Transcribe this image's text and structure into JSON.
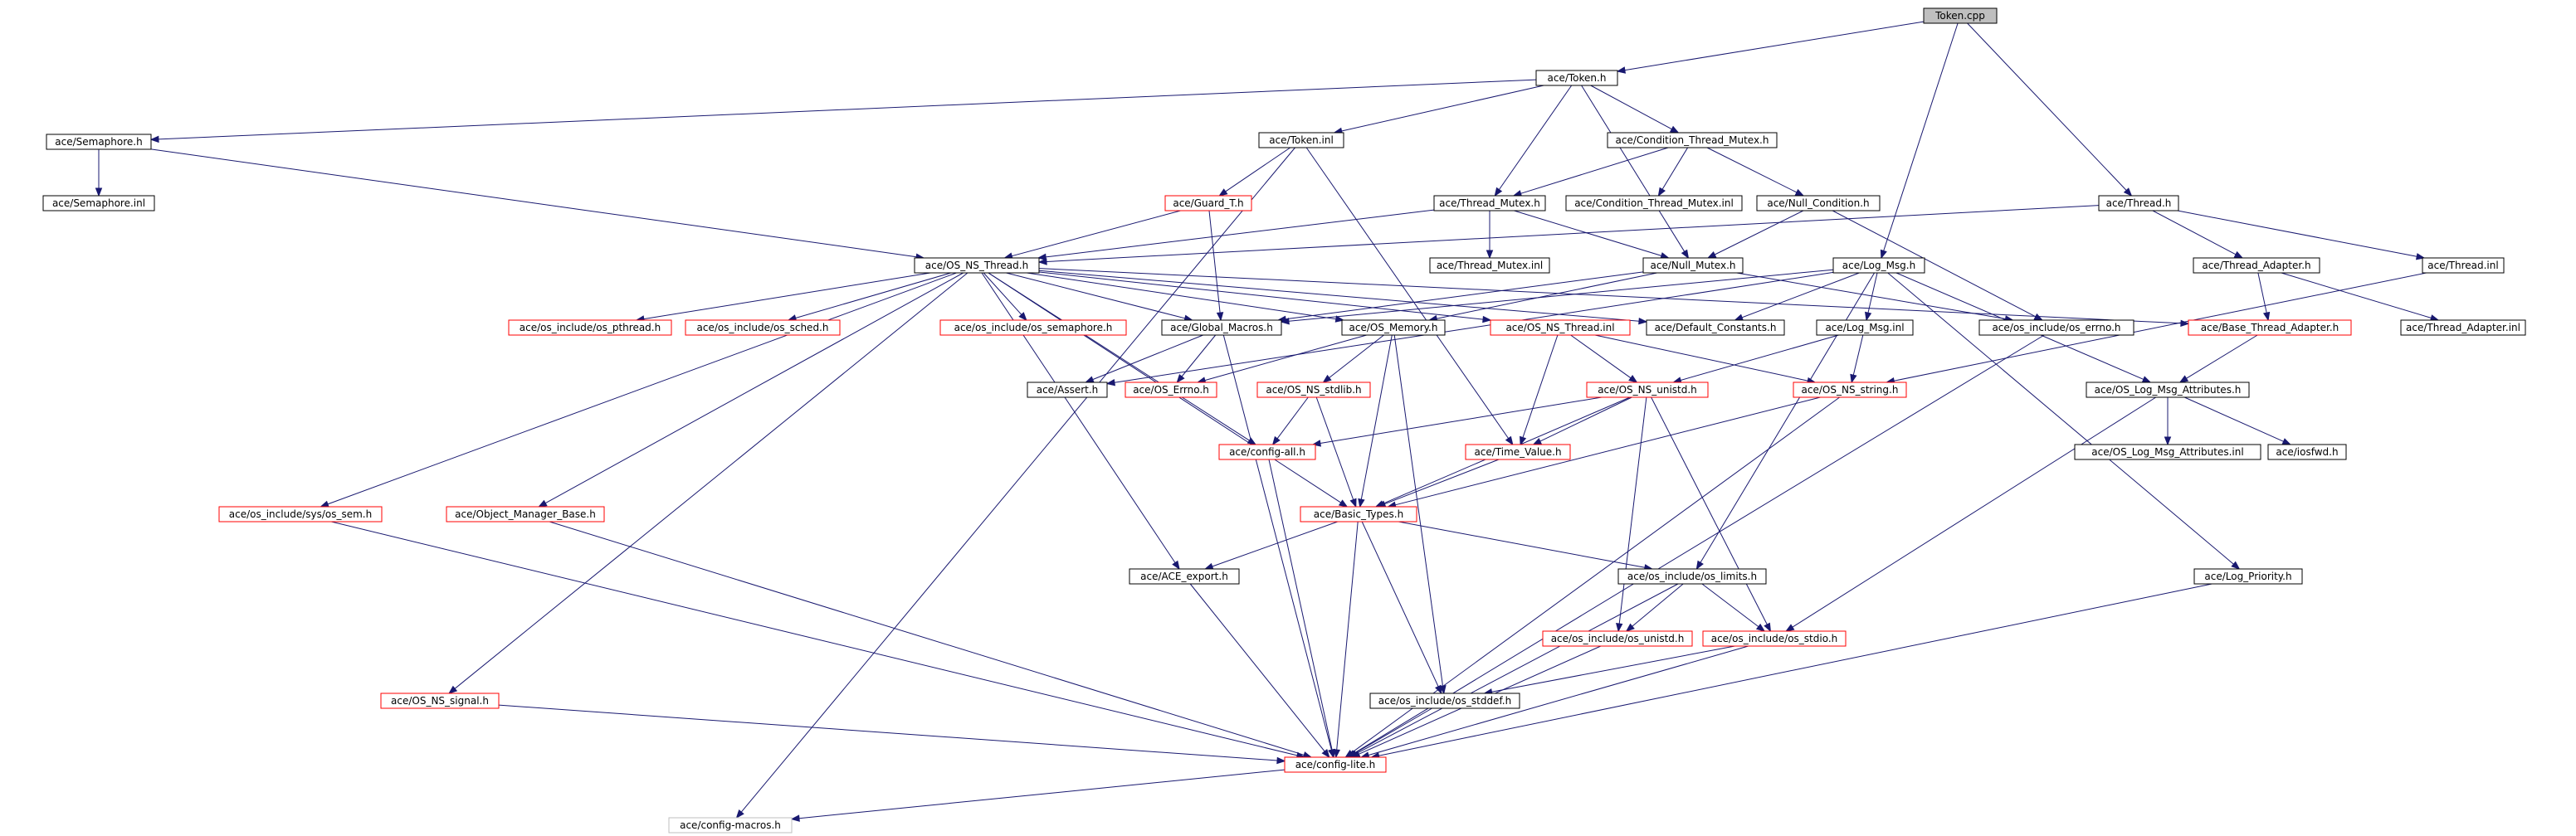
{
  "diagram": {
    "colors": {
      "background": "#ffffff",
      "edge": "#191970",
      "root_fill": "#bfbfbf",
      "normal_border": "#000000",
      "undocumented_border": "#ff0000",
      "external_border": "#bfbfbf"
    },
    "nodes": [
      {
        "id": "token_cpp",
        "label": "Token.cpp",
        "kind": "root"
      },
      {
        "id": "token_h",
        "label": "ace/Token.h",
        "kind": "normal"
      },
      {
        "id": "semaphore_h",
        "label": "ace/Semaphore.h",
        "kind": "normal"
      },
      {
        "id": "semaphore_inl",
        "label": "ace/Semaphore.inl",
        "kind": "normal"
      },
      {
        "id": "token_inl",
        "label": "ace/Token.inl",
        "kind": "normal"
      },
      {
        "id": "cond_thread_mutex_h",
        "label": "ace/Condition_Thread_Mutex.h",
        "kind": "normal"
      },
      {
        "id": "thread_h",
        "label": "ace/Thread.h",
        "kind": "normal"
      },
      {
        "id": "guard_t_h",
        "label": "ace/Guard_T.h",
        "kind": "undocumented"
      },
      {
        "id": "thread_mutex_h",
        "label": "ace/Thread_Mutex.h",
        "kind": "normal"
      },
      {
        "id": "cond_thread_mutex_inl",
        "label": "ace/Condition_Thread_Mutex.inl",
        "kind": "normal"
      },
      {
        "id": "null_condition_h",
        "label": "ace/Null_Condition.h",
        "kind": "normal"
      },
      {
        "id": "os_ns_thread_h",
        "label": "ace/OS_NS_Thread.h",
        "kind": "normal"
      },
      {
        "id": "thread_mutex_inl",
        "label": "ace/Thread_Mutex.inl",
        "kind": "normal"
      },
      {
        "id": "null_mutex_h",
        "label": "ace/Null_Mutex.h",
        "kind": "normal"
      },
      {
        "id": "log_msg_h",
        "label": "ace/Log_Msg.h",
        "kind": "normal"
      },
      {
        "id": "thread_adapter_h",
        "label": "ace/Thread_Adapter.h",
        "kind": "normal"
      },
      {
        "id": "thread_inl",
        "label": "ace/Thread.inl",
        "kind": "normal"
      },
      {
        "id": "os_pthread_h",
        "label": "ace/os_include/os_pthread.h",
        "kind": "undocumented"
      },
      {
        "id": "os_sched_h",
        "label": "ace/os_include/os_sched.h",
        "kind": "undocumented"
      },
      {
        "id": "os_semaphore_h",
        "label": "ace/os_include/os_semaphore.h",
        "kind": "undocumented"
      },
      {
        "id": "global_macros_h",
        "label": "ace/Global_Macros.h",
        "kind": "normal"
      },
      {
        "id": "os_memory_h",
        "label": "ace/OS_Memory.h",
        "kind": "normal"
      },
      {
        "id": "os_ns_thread_inl",
        "label": "ace/OS_NS_Thread.inl",
        "kind": "undocumented"
      },
      {
        "id": "default_constants_h",
        "label": "ace/Default_Constants.h",
        "kind": "normal"
      },
      {
        "id": "log_msg_inl",
        "label": "ace/Log_Msg.inl",
        "kind": "normal"
      },
      {
        "id": "os_errno_h",
        "label": "ace/os_include/os_errno.h",
        "kind": "normal"
      },
      {
        "id": "base_thread_adapter_h",
        "label": "ace/Base_Thread_Adapter.h",
        "kind": "undocumented"
      },
      {
        "id": "thread_adapter_inl",
        "label": "ace/Thread_Adapter.inl",
        "kind": "normal"
      },
      {
        "id": "assert_h",
        "label": "ace/Assert.h",
        "kind": "normal"
      },
      {
        "id": "os_errno_ace_h",
        "label": "ace/OS_Errno.h",
        "kind": "undocumented"
      },
      {
        "id": "os_ns_stdlib_h",
        "label": "ace/OS_NS_stdlib.h",
        "kind": "undocumented"
      },
      {
        "id": "os_ns_unistd_h",
        "label": "ace/OS_NS_unistd.h",
        "kind": "undocumented"
      },
      {
        "id": "os_ns_string_h",
        "label": "ace/OS_NS_string.h",
        "kind": "undocumented"
      },
      {
        "id": "os_log_msg_attributes_h",
        "label": "ace/OS_Log_Msg_Attributes.h",
        "kind": "normal"
      },
      {
        "id": "config_all_h",
        "label": "ace/config-all.h",
        "kind": "undocumented"
      },
      {
        "id": "time_value_h",
        "label": "ace/Time_Value.h",
        "kind": "undocumented"
      },
      {
        "id": "os_log_msg_attributes_inl",
        "label": "ace/OS_Log_Msg_Attributes.inl",
        "kind": "normal"
      },
      {
        "id": "iosfwd_h",
        "label": "ace/iosfwd.h",
        "kind": "normal"
      },
      {
        "id": "os_sem_h",
        "label": "ace/os_include/sys/os_sem.h",
        "kind": "undocumented"
      },
      {
        "id": "object_manager_base_h",
        "label": "ace/Object_Manager_Base.h",
        "kind": "undocumented"
      },
      {
        "id": "basic_types_h",
        "label": "ace/Basic_Types.h",
        "kind": "undocumented"
      },
      {
        "id": "ace_export_h",
        "label": "ace/ACE_export.h",
        "kind": "normal"
      },
      {
        "id": "os_limits_h",
        "label": "ace/os_include/os_limits.h",
        "kind": "normal"
      },
      {
        "id": "log_priority_h",
        "label": "ace/Log_Priority.h",
        "kind": "normal"
      },
      {
        "id": "os_unistd_h",
        "label": "ace/os_include/os_unistd.h",
        "kind": "undocumented"
      },
      {
        "id": "os_stdio_h",
        "label": "ace/os_include/os_stdio.h",
        "kind": "undocumented"
      },
      {
        "id": "os_ns_signal_h",
        "label": "ace/OS_NS_signal.h",
        "kind": "undocumented"
      },
      {
        "id": "os_stddef_h",
        "label": "ace/os_include/os_stddef.h",
        "kind": "normal"
      },
      {
        "id": "config_lite_h",
        "label": "ace/config-lite.h",
        "kind": "undocumented"
      },
      {
        "id": "config_macros_h",
        "label": "ace/config-macros.h",
        "kind": "external"
      }
    ],
    "edges": [
      [
        "token_cpp",
        "token_h"
      ],
      [
        "token_cpp",
        "thread_h"
      ],
      [
        "token_cpp",
        "log_msg_h"
      ],
      [
        "token_h",
        "semaphore_h"
      ],
      [
        "token_h",
        "token_inl"
      ],
      [
        "token_h",
        "cond_thread_mutex_h"
      ],
      [
        "token_h",
        "thread_mutex_h"
      ],
      [
        "token_h",
        "null_mutex_h"
      ],
      [
        "semaphore_h",
        "semaphore_inl"
      ],
      [
        "semaphore_h",
        "os_ns_thread_h"
      ],
      [
        "token_inl",
        "guard_t_h"
      ],
      [
        "token_inl",
        "time_value_h"
      ],
      [
        "token_inl",
        "config_macros_h"
      ],
      [
        "guard_t_h",
        "os_ns_thread_h"
      ],
      [
        "guard_t_h",
        "global_macros_h"
      ],
      [
        "cond_thread_mutex_h",
        "thread_mutex_h"
      ],
      [
        "cond_thread_mutex_h",
        "cond_thread_mutex_inl"
      ],
      [
        "cond_thread_mutex_h",
        "null_condition_h"
      ],
      [
        "thread_mutex_h",
        "os_ns_thread_h"
      ],
      [
        "thread_mutex_h",
        "thread_mutex_inl"
      ],
      [
        "thread_mutex_h",
        "null_mutex_h"
      ],
      [
        "null_condition_h",
        "null_mutex_h"
      ],
      [
        "null_condition_h",
        "os_errno_h"
      ],
      [
        "null_mutex_h",
        "os_errno_h"
      ],
      [
        "null_mutex_h",
        "global_macros_h"
      ],
      [
        "null_mutex_h",
        "os_memory_h"
      ],
      [
        "thread_h",
        "os_ns_thread_h"
      ],
      [
        "thread_h",
        "thread_adapter_h"
      ],
      [
        "thread_h",
        "thread_inl"
      ],
      [
        "thread_adapter_h",
        "base_thread_adapter_h"
      ],
      [
        "thread_adapter_h",
        "thread_adapter_inl"
      ],
      [
        "thread_inl",
        "os_ns_string_h"
      ],
      [
        "base_thread_adapter_h",
        "os_log_msg_attributes_h"
      ],
      [
        "log_msg_h",
        "global_macros_h"
      ],
      [
        "log_msg_h",
        "default_constants_h"
      ],
      [
        "log_msg_h",
        "log_msg_inl"
      ],
      [
        "log_msg_h",
        "os_log_msg_attributes_h"
      ],
      [
        "log_msg_h",
        "os_limits_h"
      ],
      [
        "log_msg_h",
        "log_priority_h"
      ],
      [
        "log_msg_h",
        "assert_h"
      ],
      [
        "log_msg_inl",
        "os_ns_string_h"
      ],
      [
        "log_msg_inl",
        "os_ns_unistd_h"
      ],
      [
        "os_ns_thread_h",
        "os_pthread_h"
      ],
      [
        "os_ns_thread_h",
        "os_sched_h"
      ],
      [
        "os_ns_thread_h",
        "os_semaphore_h"
      ],
      [
        "os_ns_thread_h",
        "global_macros_h"
      ],
      [
        "os_ns_thread_h",
        "os_memory_h"
      ],
      [
        "os_ns_thread_h",
        "os_ns_thread_inl"
      ],
      [
        "os_ns_thread_h",
        "default_constants_h"
      ],
      [
        "os_ns_thread_h",
        "base_thread_adapter_h"
      ],
      [
        "os_ns_thread_h",
        "os_sem_h"
      ],
      [
        "os_ns_thread_h",
        "object_manager_base_h"
      ],
      [
        "os_ns_thread_h",
        "os_ns_signal_h"
      ],
      [
        "os_ns_thread_h",
        "ace_export_h"
      ],
      [
        "os_ns_thread_h",
        "basic_types_h"
      ],
      [
        "os_ns_thread_h",
        "config_all_h"
      ],
      [
        "global_macros_h",
        "assert_h"
      ],
      [
        "global_macros_h",
        "os_errno_ace_h"
      ],
      [
        "global_macros_h",
        "config_lite_h"
      ],
      [
        "os_memory_h",
        "os_errno_ace_h"
      ],
      [
        "os_memory_h",
        "os_ns_stdlib_h"
      ],
      [
        "os_memory_h",
        "basic_types_h"
      ],
      [
        "os_memory_h",
        "os_stddef_h"
      ],
      [
        "os_ns_thread_inl",
        "os_ns_unistd_h"
      ],
      [
        "os_ns_thread_inl",
        "os_ns_string_h"
      ],
      [
        "os_ns_thread_inl",
        "time_value_h"
      ],
      [
        "os_ns_stdlib_h",
        "config_all_h"
      ],
      [
        "os_ns_stdlib_h",
        "basic_types_h"
      ],
      [
        "os_ns_unistd_h",
        "config_all_h"
      ],
      [
        "os_ns_unistd_h",
        "time_value_h"
      ],
      [
        "os_ns_unistd_h",
        "basic_types_h"
      ],
      [
        "os_ns_unistd_h",
        "os_unistd_h"
      ],
      [
        "os_ns_unistd_h",
        "os_stdio_h"
      ],
      [
        "os_ns_string_h",
        "basic_types_h"
      ],
      [
        "os_ns_string_h",
        "config_lite_h"
      ],
      [
        "os_errno_h",
        "config_lite_h"
      ],
      [
        "os_log_msg_attributes_h",
        "os_log_msg_attributes_inl"
      ],
      [
        "os_log_msg_attributes_h",
        "iosfwd_h"
      ],
      [
        "os_log_msg_attributes_h",
        "os_stdio_h"
      ],
      [
        "time_value_h",
        "basic_types_h"
      ],
      [
        "config_all_h",
        "config_lite_h"
      ],
      [
        "basic_types_h",
        "ace_export_h"
      ],
      [
        "basic_types_h",
        "os_limits_h"
      ],
      [
        "basic_types_h",
        "os_stddef_h"
      ],
      [
        "basic_types_h",
        "config_lite_h"
      ],
      [
        "os_limits_h",
        "os_unistd_h"
      ],
      [
        "os_limits_h",
        "os_stdio_h"
      ],
      [
        "os_limits_h",
        "config_lite_h"
      ],
      [
        "os_unistd_h",
        "config_lite_h"
      ],
      [
        "os_stdio_h",
        "os_stddef_h"
      ],
      [
        "os_stdio_h",
        "config_lite_h"
      ],
      [
        "os_stddef_h",
        "config_lite_h"
      ],
      [
        "ace_export_h",
        "config_lite_h"
      ],
      [
        "os_sem_h",
        "config_lite_h"
      ],
      [
        "object_manager_base_h",
        "config_lite_h"
      ],
      [
        "os_ns_signal_h",
        "config_lite_h"
      ],
      [
        "log_priority_h",
        "config_lite_h"
      ],
      [
        "config_lite_h",
        "config_macros_h"
      ]
    ]
  }
}
